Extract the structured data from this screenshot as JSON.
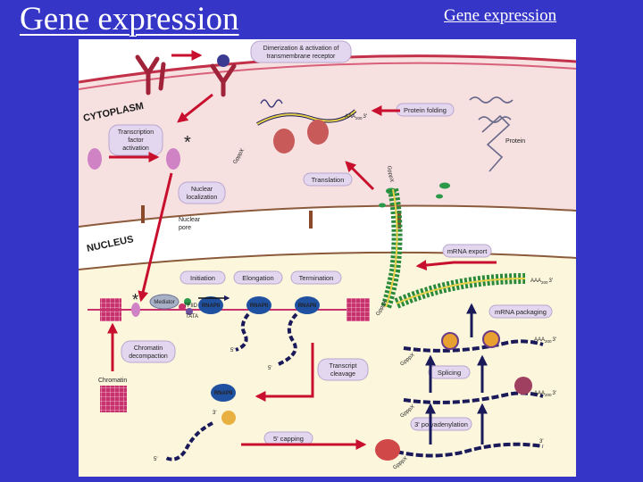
{
  "slide": {
    "title": "Gene expression",
    "header_title": "Gene expression"
  },
  "diagram": {
    "regions": {
      "cytoplasm": "CYTOPLASM",
      "nucleus": "NUCLEUS"
    },
    "steps": {
      "dimerization_1": "Dimerization & activation of",
      "dimerization_2": "transmembrane receptor",
      "tf_activation_1": "Transcription",
      "tf_activation_2": "factor",
      "tf_activation_3": "activation",
      "nuclear_localization_1": "Nuclear",
      "nuclear_localization_2": "localization",
      "translation": "Translation",
      "protein_folding": "Protein folding",
      "mrna_export": "mRNA export",
      "initiation": "Initiation",
      "elongation": "Elongation",
      "termination": "Termination",
      "chromatin_decompaction_1": "Chromatin",
      "chromatin_decompaction_2": "decompaction",
      "transcript_cleavage_1": "Transcript",
      "transcript_cleavage_2": "cleavage",
      "five_capping": "5' capping",
      "mrna_packaging": "mRNA packaging",
      "splicing": "Splicing",
      "polyadenylation": "3' polyadenylation"
    },
    "labels": {
      "protein": "Protein",
      "nuclear_pore_1": "Nuclear",
      "nuclear_pore_2": "pore",
      "chromatin": "Chromatin",
      "rnapii": "RNAPII",
      "mediator": "Mediator",
      "tfiid": "TFIID",
      "tata": "TATA",
      "polya": "AAA",
      "polya_sub": "200",
      "three_prime": "3'",
      "five_prime": "5'",
      "cap": "Gppp",
      "cap_x": "X"
    },
    "colors": {
      "cytoplasm": "#f7e0e0",
      "nucleus": "#fbf6dc",
      "arrow": "#c8102e",
      "membrane": "#c23049",
      "box": "#e3d7ef",
      "rnapii": "#2050a0",
      "mrna_dark": "#2a2a7a",
      "mrna_light": "#e8d24a",
      "ribosome": "#c85a5a",
      "chromatin": "#c8326c"
    }
  }
}
